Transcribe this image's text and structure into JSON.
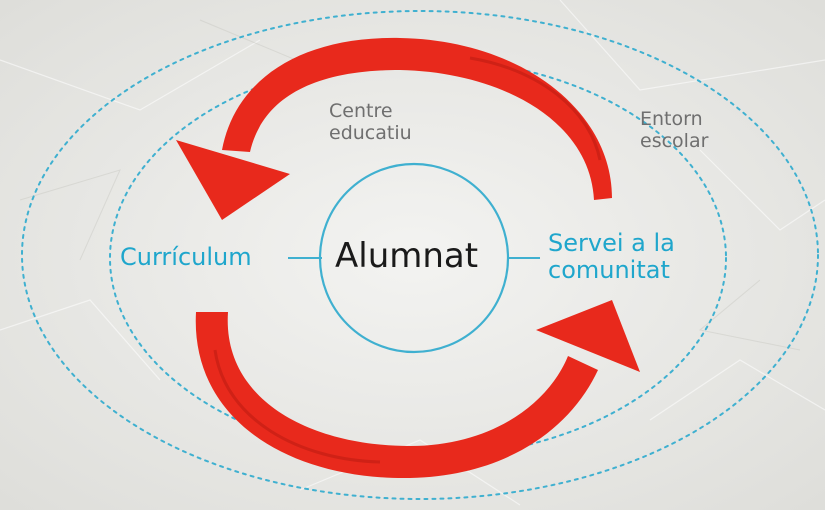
{
  "diagram": {
    "center_label": "Alumnat",
    "inner_ring_label_line1": "Centre",
    "inner_ring_label_line2": "educatiu",
    "outer_ring_label_line1": "Entorn",
    "outer_ring_label_line2": "escolar",
    "left_label": "Currículum",
    "right_label_line1": "Servei a la",
    "right_label_line2": "comunitat"
  },
  "colors": {
    "ring": "#3fb0d0",
    "blue_text": "#1fa6cc",
    "arrow": "#e8291c",
    "background": "#ececea"
  }
}
